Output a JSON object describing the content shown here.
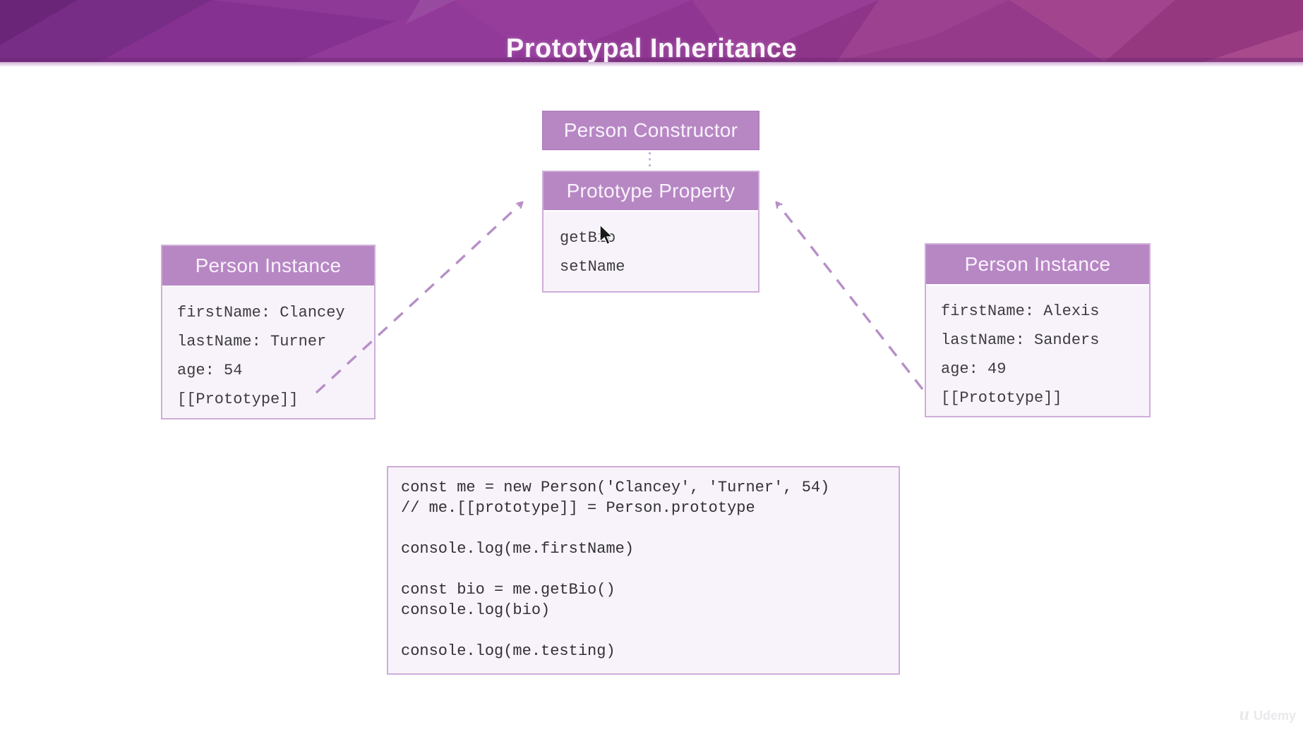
{
  "banner": {
    "title": "Prototypal Inheritance"
  },
  "diagram": {
    "constructor_box": {
      "title": "Person Constructor"
    },
    "prototype_box": {
      "title": "Prototype Property",
      "methods": [
        "getBio",
        "setName"
      ]
    },
    "left_instance": {
      "title": "Person Instance",
      "fields": [
        "firstName: Clancey",
        "lastName: Turner",
        "age: 54",
        "[[Prototype]]"
      ]
    },
    "right_instance": {
      "title": "Person Instance",
      "fields": [
        "firstName: Alexis",
        "lastName: Sanders",
        "age: 49",
        "[[Prototype]]"
      ]
    }
  },
  "code_box": {
    "code": "const me = new Person('Clancey', 'Turner', 54)\n// me.[[prototype]] = Person.prototype\n\nconsole.log(me.firstName)\n\nconst bio = me.getBio()\nconsole.log(bio)\n\nconsole.log(me.testing)"
  },
  "watermark": {
    "label": "Udemy",
    "logo_glyph": "u"
  },
  "colors": {
    "header_purple": "#b787c4",
    "header_text": "#f9f2fb",
    "body_bg": "#f8f3fa",
    "border_purple": "#cfadd9",
    "mono_text": "#3d3b40",
    "arrow_purple": "#b78fc7",
    "dotted_purple": "#ccb2d6",
    "banner_base": "#8d3794",
    "title_text": "#fcf5fd"
  }
}
